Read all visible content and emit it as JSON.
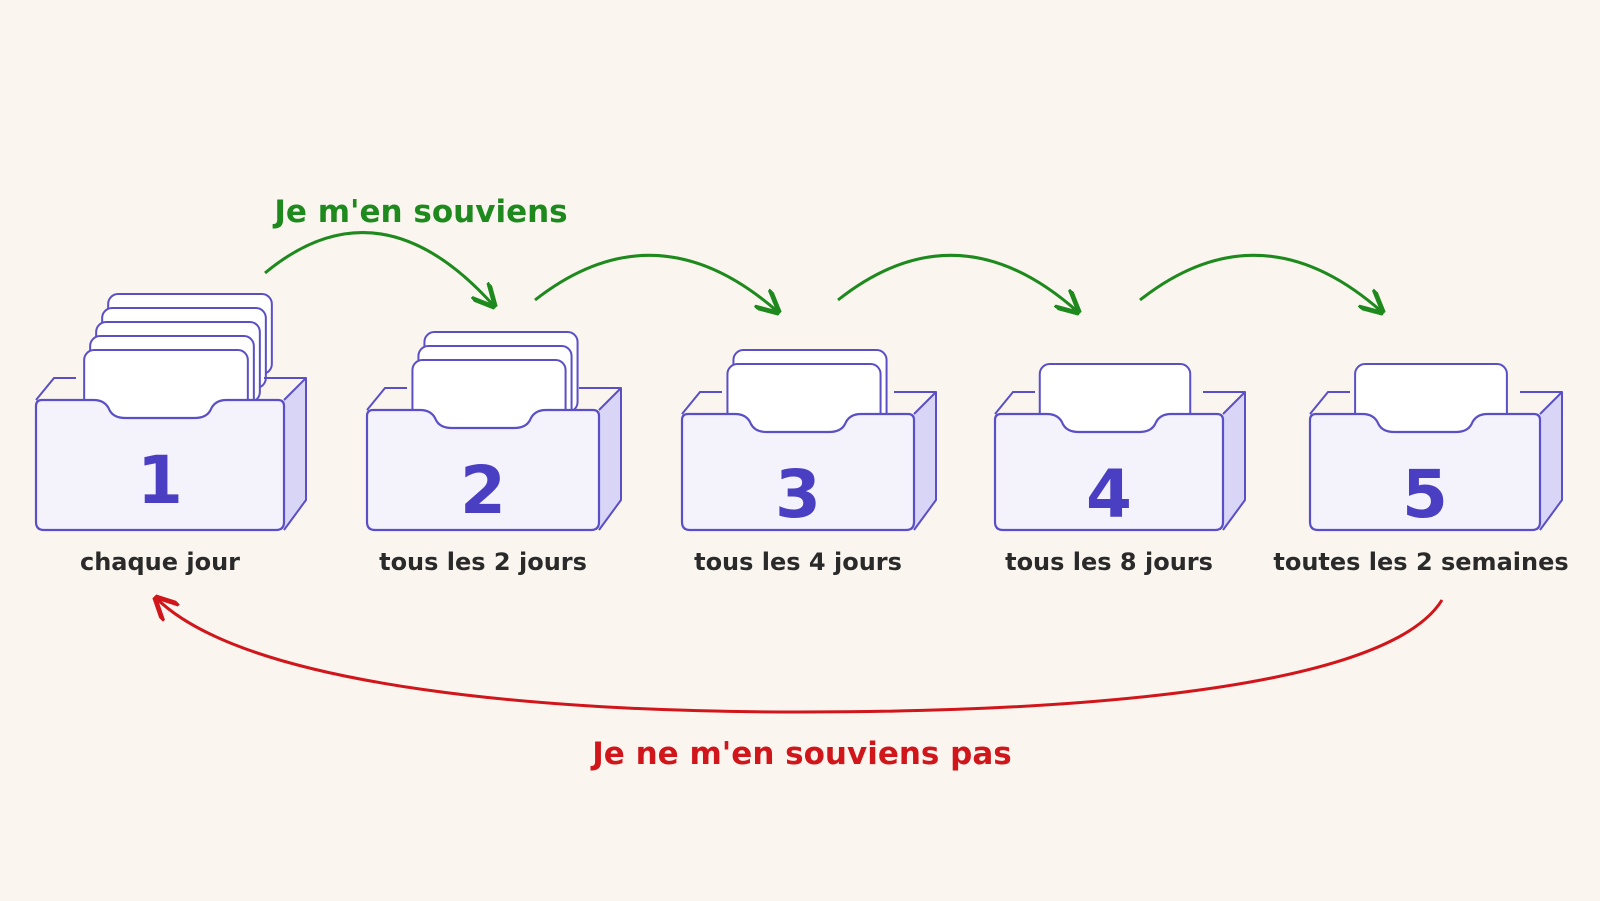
{
  "labels": {
    "remember": "Je m'en souviens",
    "forget": "Je ne m'en souviens pas"
  },
  "boxes": [
    {
      "number": "1",
      "frequency": "chaque jour",
      "cards": 5
    },
    {
      "number": "2",
      "frequency": "tous les 2 jours",
      "cards": 3
    },
    {
      "number": "3",
      "frequency": "tous les 4 jours",
      "cards": 2
    },
    {
      "number": "4",
      "frequency": "tous les 8 jours",
      "cards": 1
    },
    {
      "number": "5",
      "frequency": "toutes les 2 semaines",
      "cards": 1
    }
  ],
  "colors": {
    "box_stroke": "#5a4fc6",
    "box_fill": "#f4f3fc",
    "box_side": "#d9d5f6",
    "number": "#4a3fc2",
    "remember": "#1e8a1e",
    "forget": "#d0161b",
    "background": "#faf6ef"
  }
}
